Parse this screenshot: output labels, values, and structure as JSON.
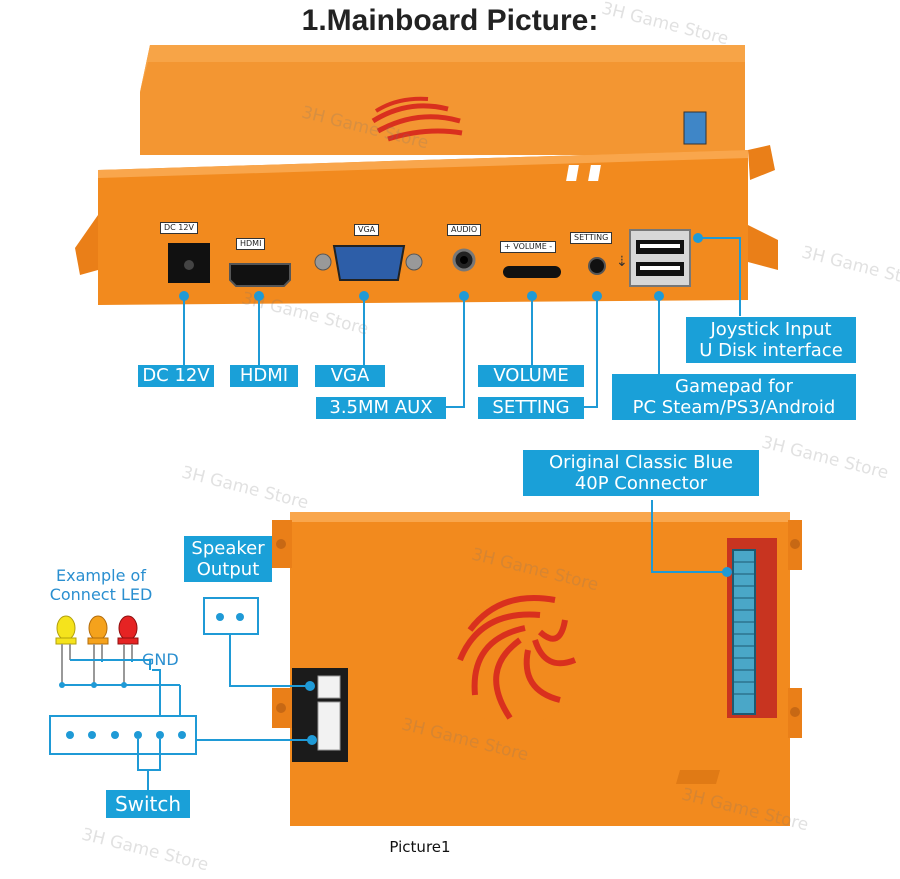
{
  "title": "1.Mainboard Picture:",
  "caption": "Picture1",
  "watermark": "3H Game Store",
  "ports": {
    "dc": "DC 12V",
    "hdmi": "HDMI",
    "vga": "VGA",
    "audio": "AUDIO",
    "volume": "+ VOLUME -",
    "setting": "SETTING"
  },
  "labels": {
    "dc": "DC 12V",
    "hdmi": "HDMI",
    "vga": "VGA",
    "aux": "3.5MM AUX",
    "volume": "VOLUME",
    "setting": "SETTING",
    "joystick_line1": "Joystick Input",
    "joystick_line2": "U Disk interface",
    "gamepad_line1": "Gamepad for",
    "gamepad_line2": "PC Steam/PS3/Android",
    "connector_line1": "Original Classic Blue",
    "connector_line2": "40P Connector",
    "speaker_line1": "Speaker",
    "speaker_line2": "Output",
    "switch": "Switch"
  },
  "led_example": {
    "line1": "Example of",
    "line2": "Connect LED",
    "gnd": "GND"
  },
  "colors": {
    "board": "#f28a1e",
    "label_bg": "#1aa0d8",
    "line": "#1f9ad6",
    "led_yellow": "#f5e31c",
    "led_orange": "#f5a21c",
    "led_red": "#e52323"
  }
}
